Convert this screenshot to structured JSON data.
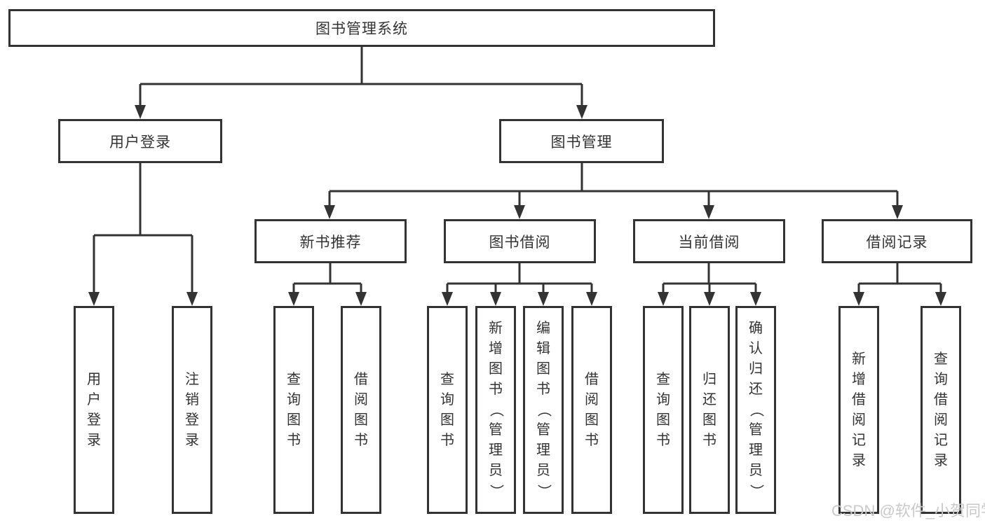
{
  "diagram": {
    "root": {
      "label": "图书管理系统"
    },
    "level2": [
      {
        "label": "用户登录"
      },
      {
        "label": "图书管理"
      }
    ],
    "level3": [
      {
        "label": "新书推荐",
        "parent": "图书管理"
      },
      {
        "label": "图书借阅",
        "parent": "图书管理"
      },
      {
        "label": "当前借阅",
        "parent": "图书管理"
      },
      {
        "label": "借阅记录",
        "parent": "图书管理"
      }
    ],
    "leaves": [
      {
        "label": "用户登录",
        "parent": "用户登录"
      },
      {
        "label": "注销登录",
        "parent": "用户登录"
      },
      {
        "label": "查询图书",
        "parent": "新书推荐"
      },
      {
        "label": "借阅图书",
        "parent": "新书推荐"
      },
      {
        "label": "查询图书",
        "parent": "图书借阅"
      },
      {
        "label": "新增图书（管理员）",
        "parent": "图书借阅"
      },
      {
        "label": "编辑图书（管理员）",
        "parent": "图书借阅"
      },
      {
        "label": "借阅图书",
        "parent": "图书借阅"
      },
      {
        "label": "查询图书",
        "parent": "当前借阅"
      },
      {
        "label": "归还图书",
        "parent": "当前借阅"
      },
      {
        "label": "确认归还（管理员）",
        "parent": "当前借阅"
      },
      {
        "label": "新增借阅记录",
        "parent": "借阅记录"
      },
      {
        "label": "查询借阅记录",
        "parent": "借阅记录"
      }
    ]
  },
  "watermark": {
    "text": "CSDN @软件_小贺同学"
  },
  "colors": {
    "line": "#333333",
    "text": "#333333",
    "background": "#ffffff",
    "watermark": "#c9c9c9"
  }
}
